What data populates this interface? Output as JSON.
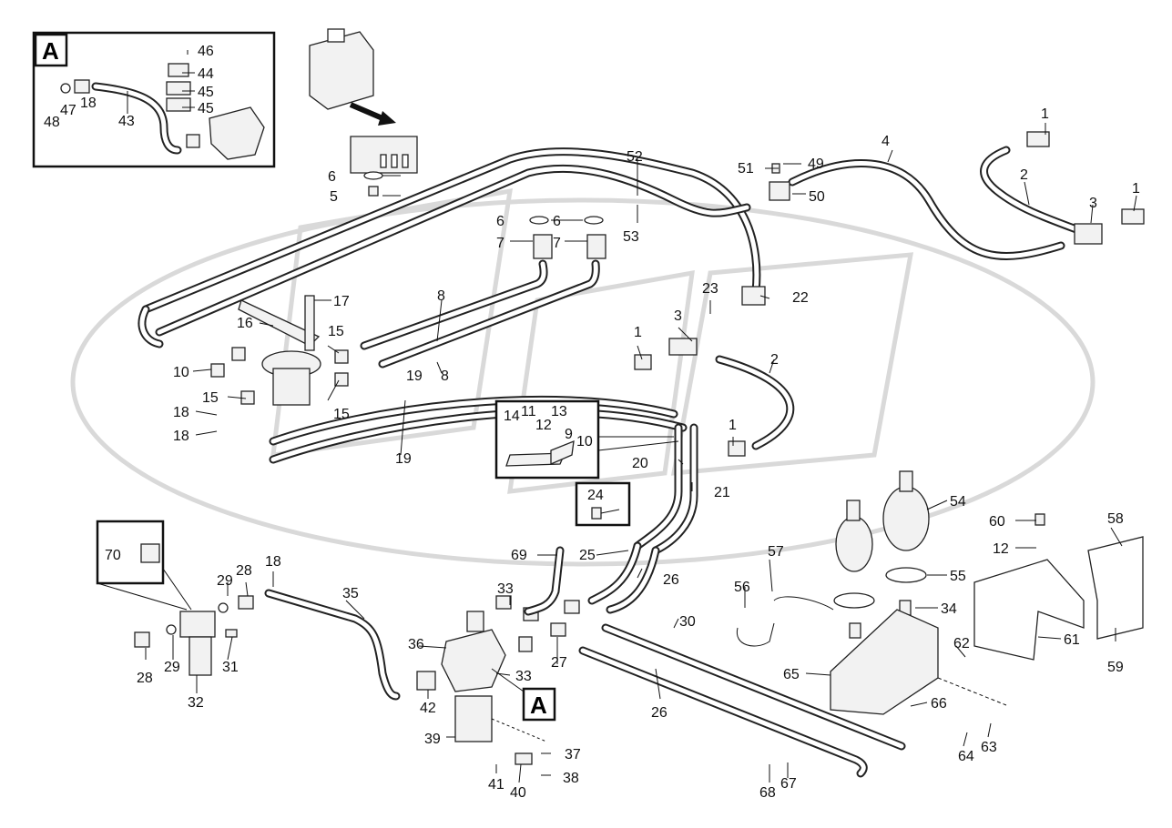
{
  "callouts": {
    "detail": "A",
    "a_ref": "A"
  },
  "labels": {
    "l46": "46",
    "l44": "44",
    "l45a": "45",
    "l45b": "45",
    "l48": "48",
    "l47": "47",
    "l18a": "18",
    "l43": "43",
    "l6a": "6",
    "l5": "5",
    "l6b": "6",
    "l7a": "7",
    "l6c": "6",
    "l7b": "7",
    "l52": "52",
    "l53": "53",
    "l51": "51",
    "l49": "49",
    "l50": "50",
    "l4": "4",
    "l1a": "1",
    "l2a": "2",
    "l3a": "3",
    "l1b": "1",
    "l17": "17",
    "l16": "16",
    "l8a": "8",
    "l8b": "8",
    "l15a": "15",
    "l15b": "15",
    "l15c": "15",
    "l10a": "10",
    "l18b": "18",
    "l18c": "18",
    "l19a": "19",
    "l19b": "19",
    "l23": "23",
    "l22": "22",
    "l1c": "1",
    "l3b": "3",
    "l2b": "2",
    "l1d": "1",
    "l14": "14",
    "l11": "11",
    "l13": "13",
    "l12a": "12",
    "l9": "9",
    "l10b": "10",
    "l20": "20",
    "l21": "21",
    "l24": "24",
    "l25": "25",
    "l26a": "26",
    "l26b": "26",
    "l69": "69",
    "l70": "70",
    "l29a": "29",
    "l28a": "28",
    "l18d": "18",
    "l35": "35",
    "l28b": "28",
    "l29b": "29",
    "l31": "31",
    "l32": "32",
    "l33a": "33",
    "l33b": "33",
    "l36": "36",
    "l27": "27",
    "l30": "30",
    "l42": "42",
    "l39": "39",
    "l37": "37",
    "l38": "38",
    "l41": "41",
    "l40": "40",
    "l56": "56",
    "l57": "57",
    "l54": "54",
    "l55": "55",
    "l34": "34",
    "l60": "60",
    "l12b": "12",
    "l58": "58",
    "l61": "61",
    "l59": "59",
    "l62": "62",
    "l65": "65",
    "l66": "66",
    "l64": "64",
    "l63": "63",
    "l68": "68",
    "l67": "67"
  }
}
